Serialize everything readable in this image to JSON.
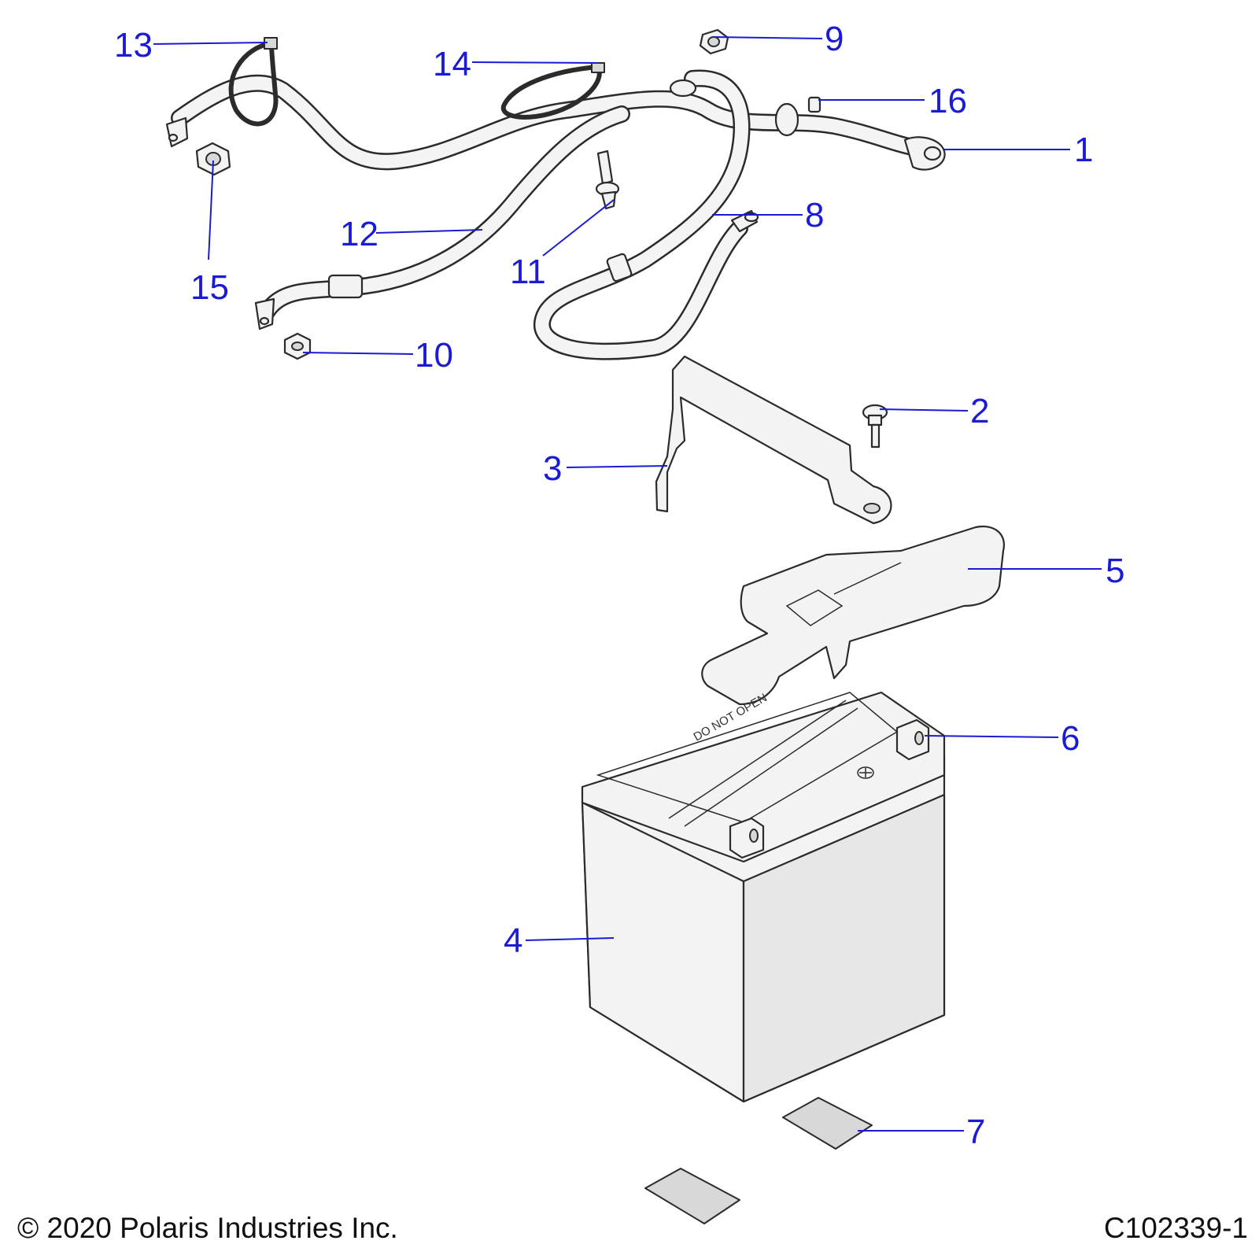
{
  "callouts": [
    {
      "id": "1",
      "label": "1"
    },
    {
      "id": "2",
      "label": "2"
    },
    {
      "id": "3",
      "label": "3"
    },
    {
      "id": "4",
      "label": "4"
    },
    {
      "id": "5",
      "label": "5"
    },
    {
      "id": "6",
      "label": "6"
    },
    {
      "id": "7",
      "label": "7"
    },
    {
      "id": "8",
      "label": "8"
    },
    {
      "id": "9",
      "label": "9"
    },
    {
      "id": "10",
      "label": "10"
    },
    {
      "id": "11",
      "label": "11"
    },
    {
      "id": "12",
      "label": "12"
    },
    {
      "id": "13",
      "label": "13"
    },
    {
      "id": "14",
      "label": "14"
    },
    {
      "id": "15",
      "label": "15"
    },
    {
      "id": "16",
      "label": "16"
    }
  ],
  "battery_lid_text": "DO NOT OPEN",
  "footer": {
    "copyright": "© 2020 Polaris Industries Inc.",
    "diagram_id": "C102339-1"
  },
  "colors": {
    "callout": "#1b1bd6",
    "line": "#2b2b2b",
    "part_fill": "#f3f3f3"
  }
}
